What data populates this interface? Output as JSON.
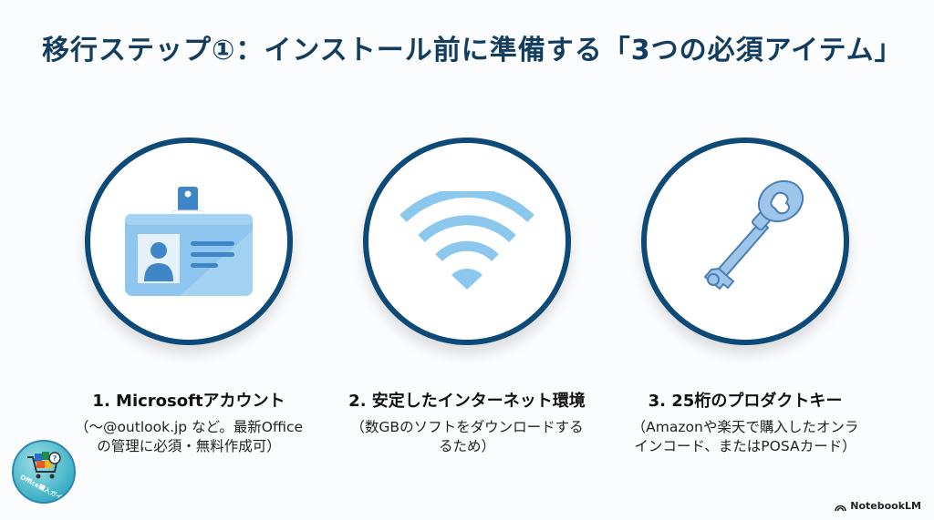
{
  "slide": {
    "title": "移行ステップ①：インストール前に準備する「3つの必須アイテム」",
    "items": [
      {
        "icon": "id-card-icon",
        "label": "1. Microsoftアカウント",
        "desc_line1": "（〜@outlook.jp など。最新Office",
        "desc_line2": "の管理に必須・無料作成可）"
      },
      {
        "icon": "wifi-icon",
        "label": "2. 安定したインターネット環境",
        "desc_line1": "（数GBのソフトをダウンロードする",
        "desc_line2": "るため）"
      },
      {
        "icon": "key-icon",
        "label": "3. 25桁のプロダクトキー",
        "desc_line1": "（Amazonや楽天で購入したオンラ",
        "desc_line2": "インコード、またはPOSAカード）"
      }
    ]
  },
  "logo": {
    "text": "Office購入ガイド"
  },
  "brand": {
    "text": "NotebookLM"
  },
  "colors": {
    "title": "#123d5e",
    "circle_border": "#0e4a78",
    "icon_light_blue": "#8cc8ee",
    "icon_blue": "#3f86c9"
  }
}
